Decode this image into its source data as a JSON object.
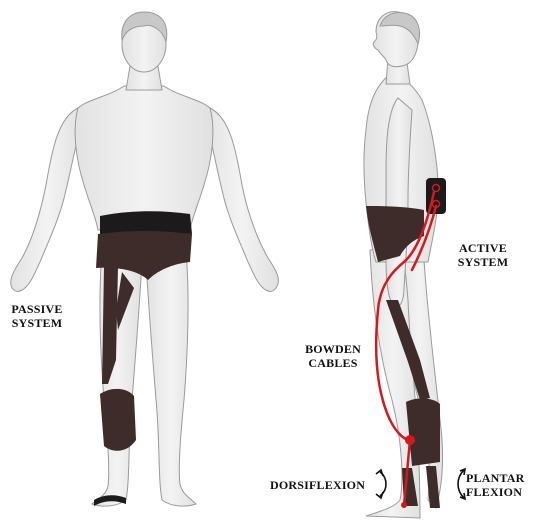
{
  "labels": {
    "passive": [
      "PASSIVE",
      "SYSTEM"
    ],
    "active": [
      "ACTIVE",
      "SYSTEM"
    ],
    "bowden": [
      "BOWDEN",
      "CABLES"
    ],
    "dorsiflexion": "DORSIFLEXION",
    "plantar": [
      "PLANTAR",
      "FLEXION"
    ]
  },
  "colors": {
    "skin": "#eeeeee",
    "skin_outline": "#9a9a9a",
    "hair": "#c8c8c8",
    "orthosis": "#3e2c2a",
    "waist_band": "#1c1a1a",
    "cable": "#d4191d",
    "arrow": "#111111"
  },
  "icons": [
    "curved-double-arrow-icon"
  ]
}
